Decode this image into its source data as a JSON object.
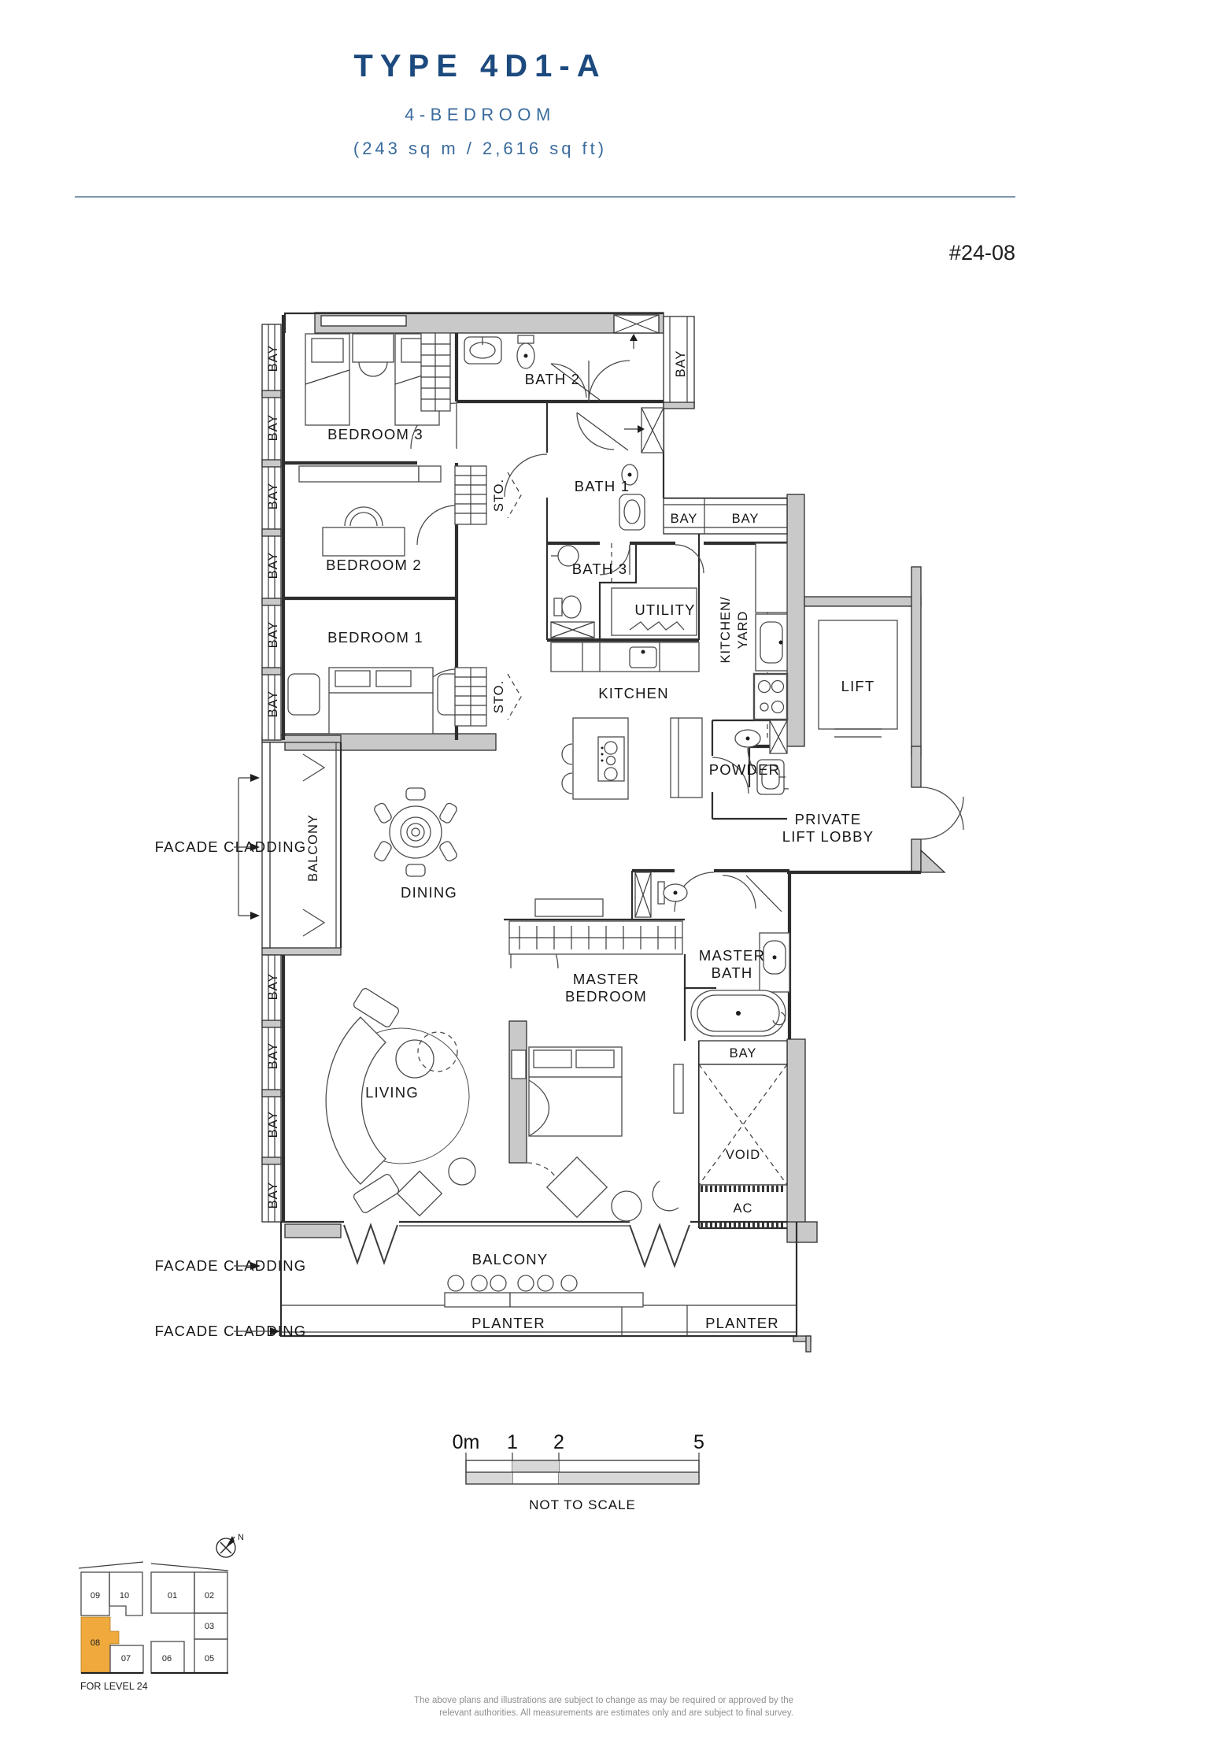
{
  "header": {
    "type_title": "TYPE 4D1-A",
    "bedrooms": "4-BEDROOM",
    "area": "(243 sq m / 2,616 sq ft)",
    "unit_number": "#24-08"
  },
  "plan": {
    "rooms": {
      "bedroom3": "BEDROOM 3",
      "bedroom2": "BEDROOM 2",
      "bedroom1": "BEDROOM 1",
      "bath2": "BATH 2",
      "bath1": "BATH 1",
      "bath3": "BATH 3",
      "utility": "UTILITY",
      "kitchen": "KITCHEN",
      "kitchen_yard1": "KITCHEN/",
      "kitchen_yard2": "YARD",
      "powder": "POWDER",
      "lift": "LIFT",
      "lobby1": "PRIVATE",
      "lobby2": "LIFT LOBBY",
      "dining": "DINING",
      "living": "LIVING",
      "master1": "MASTER",
      "master2": "BEDROOM",
      "mbath1": "MASTER",
      "mbath2": "BATH",
      "balcony_side": "BALCONY",
      "balcony_bottom": "BALCONY",
      "planter_left": "PLANTER",
      "planter_right": "PLANTER",
      "void": "VOID",
      "ac": "AC",
      "sto1": "STO.",
      "sto2": "STO."
    },
    "bay_label": "BAY",
    "facade_cladding": "FACADE CLADDING"
  },
  "scale_bar": {
    "m0": "0m",
    "m1": "1",
    "m2": "2",
    "m5": "5",
    "note": "NOT TO SCALE"
  },
  "key_plan": {
    "units": [
      "09",
      "10",
      "01",
      "02",
      "03",
      "08",
      "07",
      "06",
      "05"
    ],
    "highlighted_unit": "08",
    "caption": "FOR LEVEL 24",
    "north": "N",
    "highlight_color": "#EFA93D"
  },
  "footer": {
    "line1": "The above plans and illustrations are subject to change as may be required or approved by the",
    "line2": "relevant authorities. All measurements are estimates only and are subject to final survey."
  },
  "colors": {
    "title_navy": "#1C4A7E",
    "subtitle_blue": "#3A6B9D",
    "highlight_orange": "#EFA93D",
    "wall_gray": "#C9C9C9",
    "line_dark": "#2E2E2E",
    "disclaimer_gray": "#8F8F8F"
  }
}
